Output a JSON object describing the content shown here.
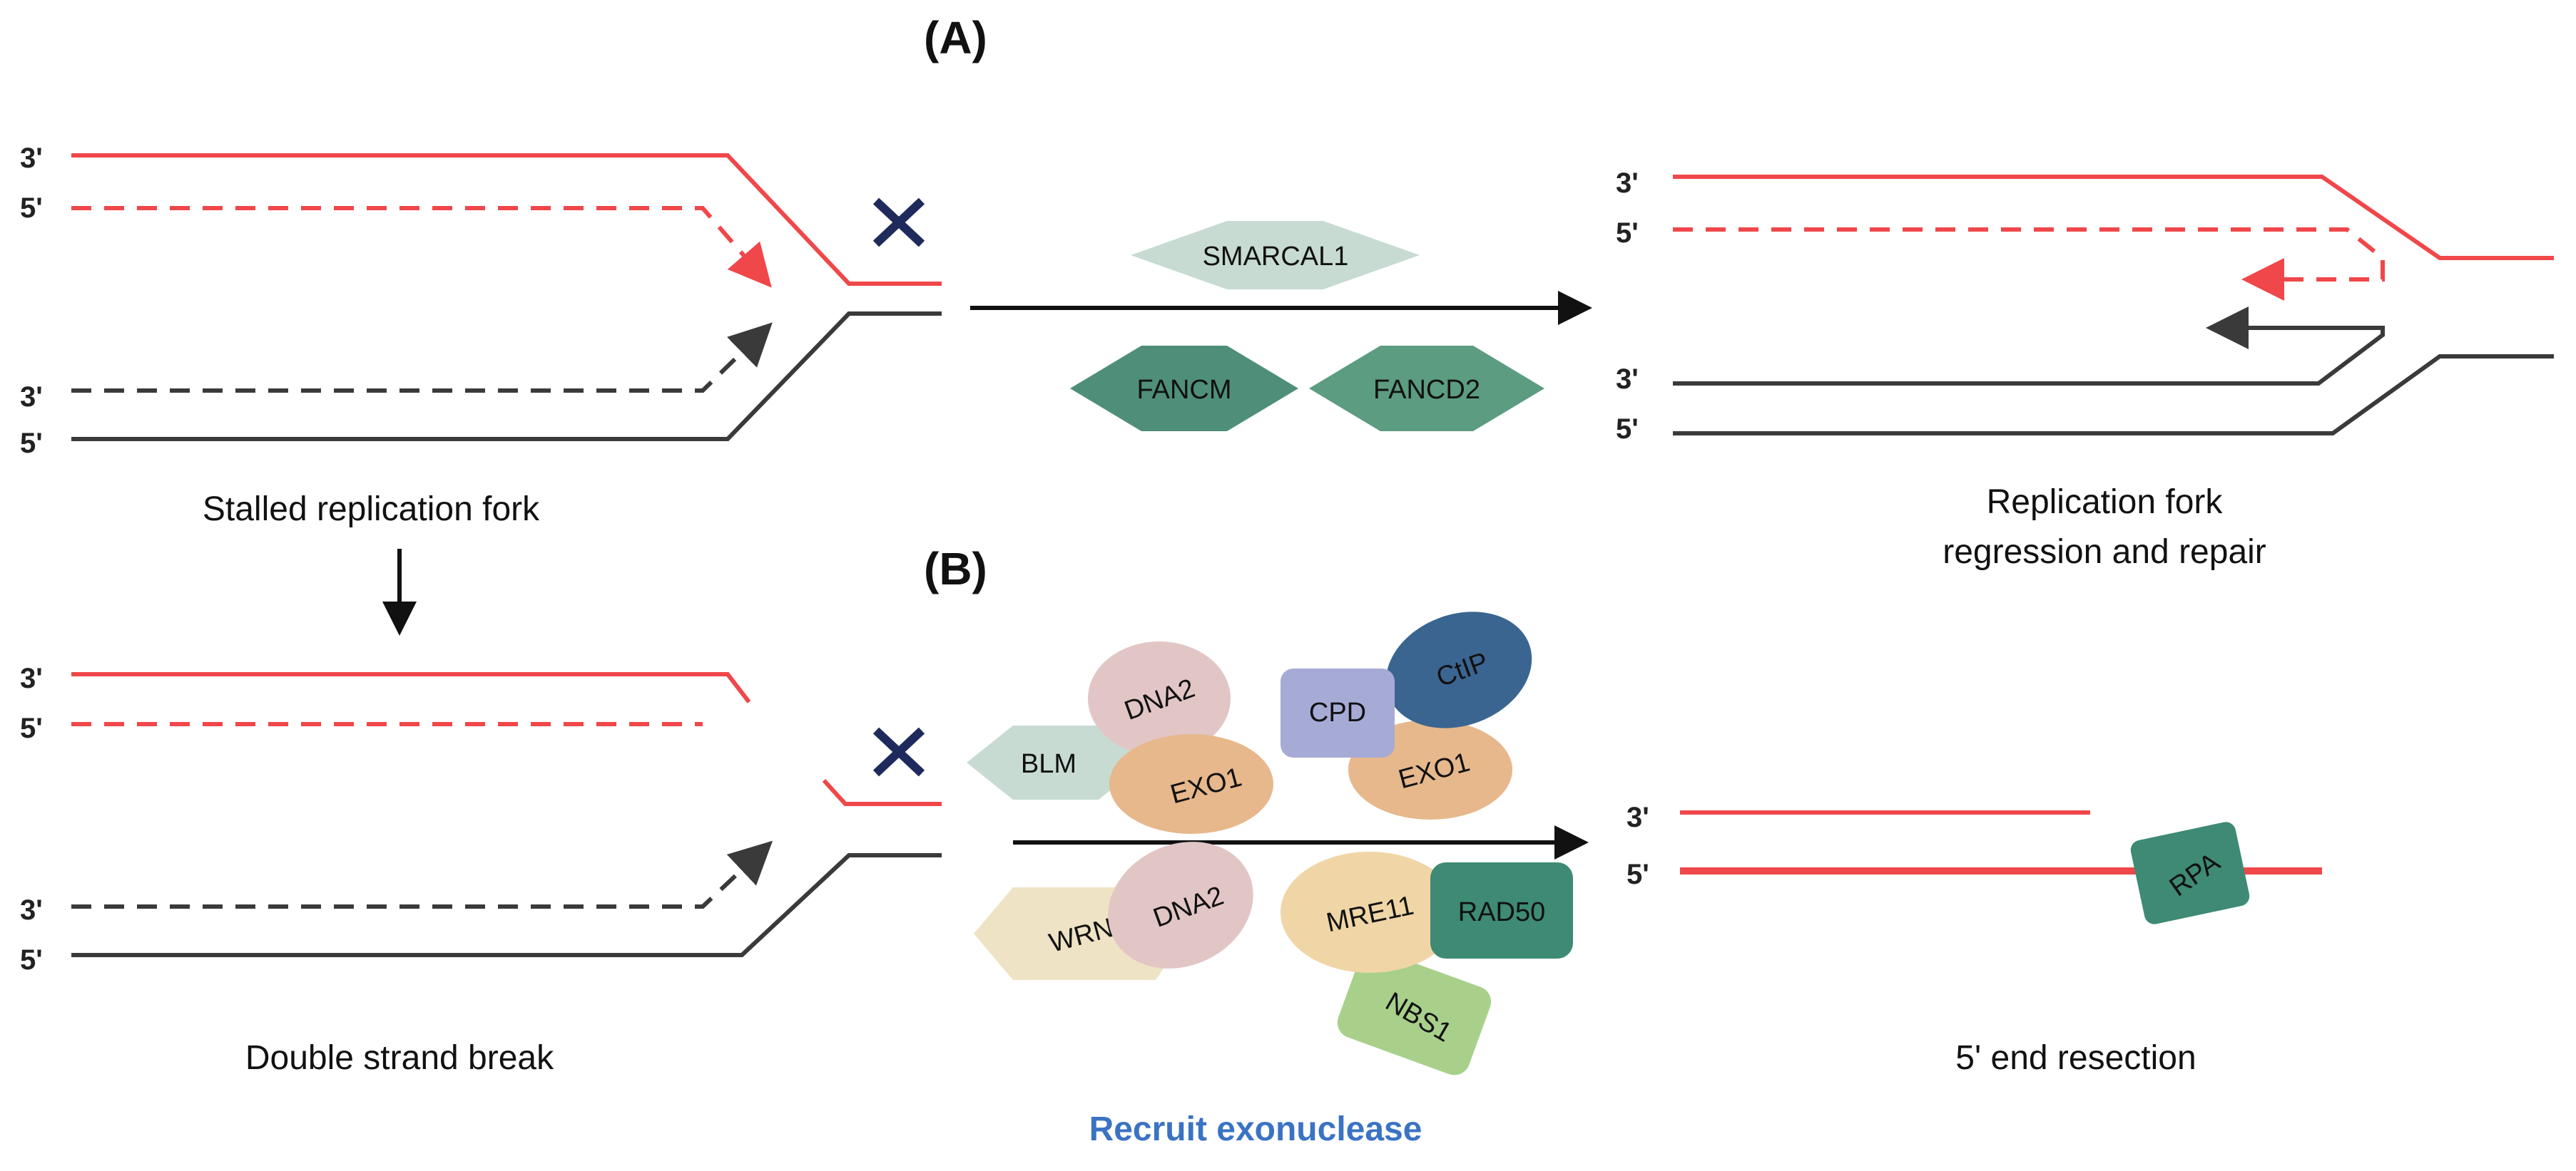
{
  "panels": {
    "a_label": "(A)",
    "b_label": "(B)"
  },
  "strand_ends": {
    "three": "3'",
    "five": "5'"
  },
  "captions": {
    "stalled": "Stalled replication fork",
    "regression_line1": "Replication fork",
    "regression_line2": "regression and repair",
    "dsb": "Double strand break",
    "resection": "5' end resection",
    "recruit": "Recruit exonuclease"
  },
  "proteins_a": {
    "smarcal1": "SMARCAL1",
    "fancm": "FANCM",
    "fancd2": "FANCD2"
  },
  "proteins_b": {
    "dna2_top": "DNA2",
    "blm": "BLM",
    "exo1_left": "EXO1",
    "cpd": "CPD",
    "ctip": "CtIP",
    "exo1_right": "EXO1",
    "wrn": "WRN",
    "dna2_bottom": "DNA2",
    "mre11": "MRE11",
    "rad50": "RAD50",
    "nbs1": "NBS1",
    "rpa": "RPA"
  },
  "colors": {
    "red_strand": "#f0474a",
    "black_strand": "#3a3a3a",
    "x_mark": "#1f2a5c",
    "recruit_text": "#3b73c4"
  }
}
